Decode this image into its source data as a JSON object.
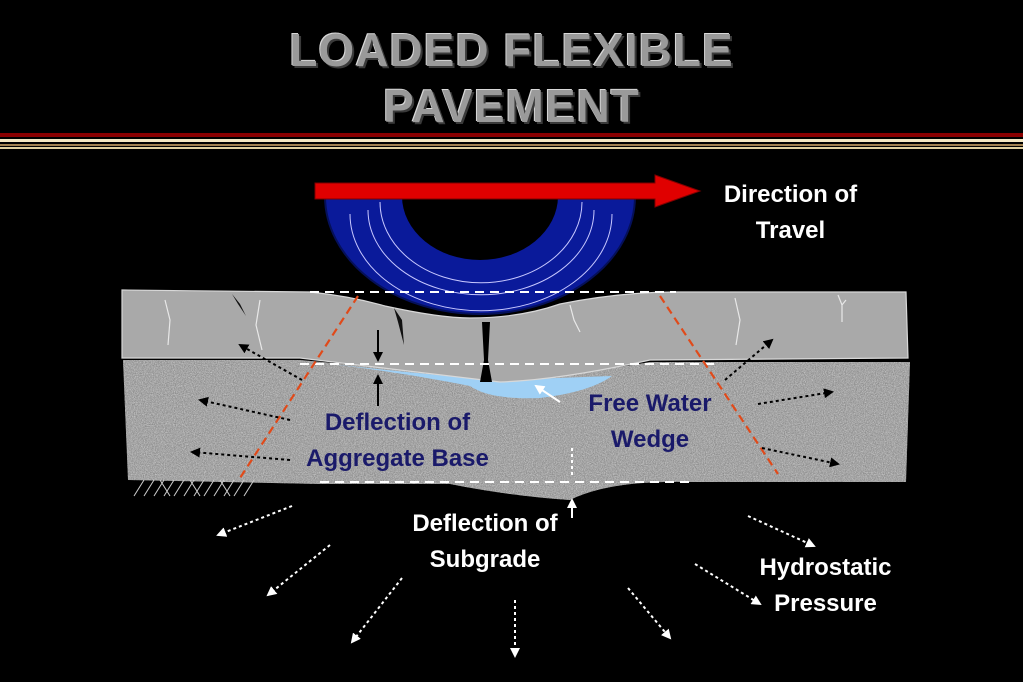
{
  "title": {
    "line1": "LOADED FLEXIBLE",
    "line2": "PAVEMENT"
  },
  "labels": {
    "direction_of_travel": [
      "Direction of",
      "Travel"
    ],
    "deflection_aggregate_base": [
      "Deflection of",
      "Aggregate Base"
    ],
    "free_water_wedge": [
      "Free Water",
      "Wedge"
    ],
    "deflection_subgrade": [
      "Deflection of",
      "Subgrade"
    ],
    "hydrostatic_pressure": [
      "Hydrostatic",
      "Pressure"
    ]
  },
  "colors": {
    "background": "#000000",
    "title": "#9a9a9a",
    "asphalt_layer": "#a9a9a9",
    "aggregate_base": "#8c8c8c",
    "wheel": "#0a1a9a",
    "travel_arrow": "#e00000",
    "free_water": "#9fd0f5",
    "dashed_load_lines": "#e04a1a",
    "dark_label_text": "#1a1a6a"
  }
}
